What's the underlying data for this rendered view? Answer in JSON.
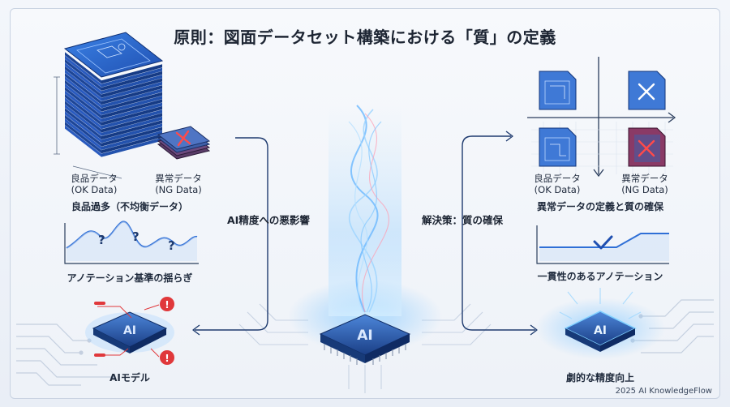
{
  "title": "原則：図面データセット構築における「質」の定義",
  "left": {
    "ok_label_1": "良品データ",
    "ok_label_2": "(OK Data)",
    "ng_label_1": "異常データ",
    "ng_label_2": "(NG Data)",
    "imbalance_caption": "良品過多（不均衡データ）",
    "fluctuation_caption": "アノテーション基準の揺らぎ",
    "ai_model_caption": "AIモデル",
    "chip_text": "AI"
  },
  "center": {
    "left_arrow_label": "AI精度への悪影響",
    "right_arrow_label": "解決策：質の確保",
    "chip_text": "AI"
  },
  "right": {
    "ok_label_1": "良品データ",
    "ok_label_2": "(OK Data)",
    "ng_label_1": "異常データ",
    "ng_label_2": "(NG Data)",
    "definition_caption": "異常データの定義と質の確保",
    "consistency_caption": "一貫性のあるアノテーション",
    "improvement_caption": "劇的な精度向上",
    "chip_text": "AI"
  },
  "footer": {
    "credit": "2025 AI KnowledgeFlow"
  },
  "colors": {
    "accent_blue": "#2f6fd6",
    "alert_red": "#e0383b",
    "glow": "#7fc6ff"
  }
}
